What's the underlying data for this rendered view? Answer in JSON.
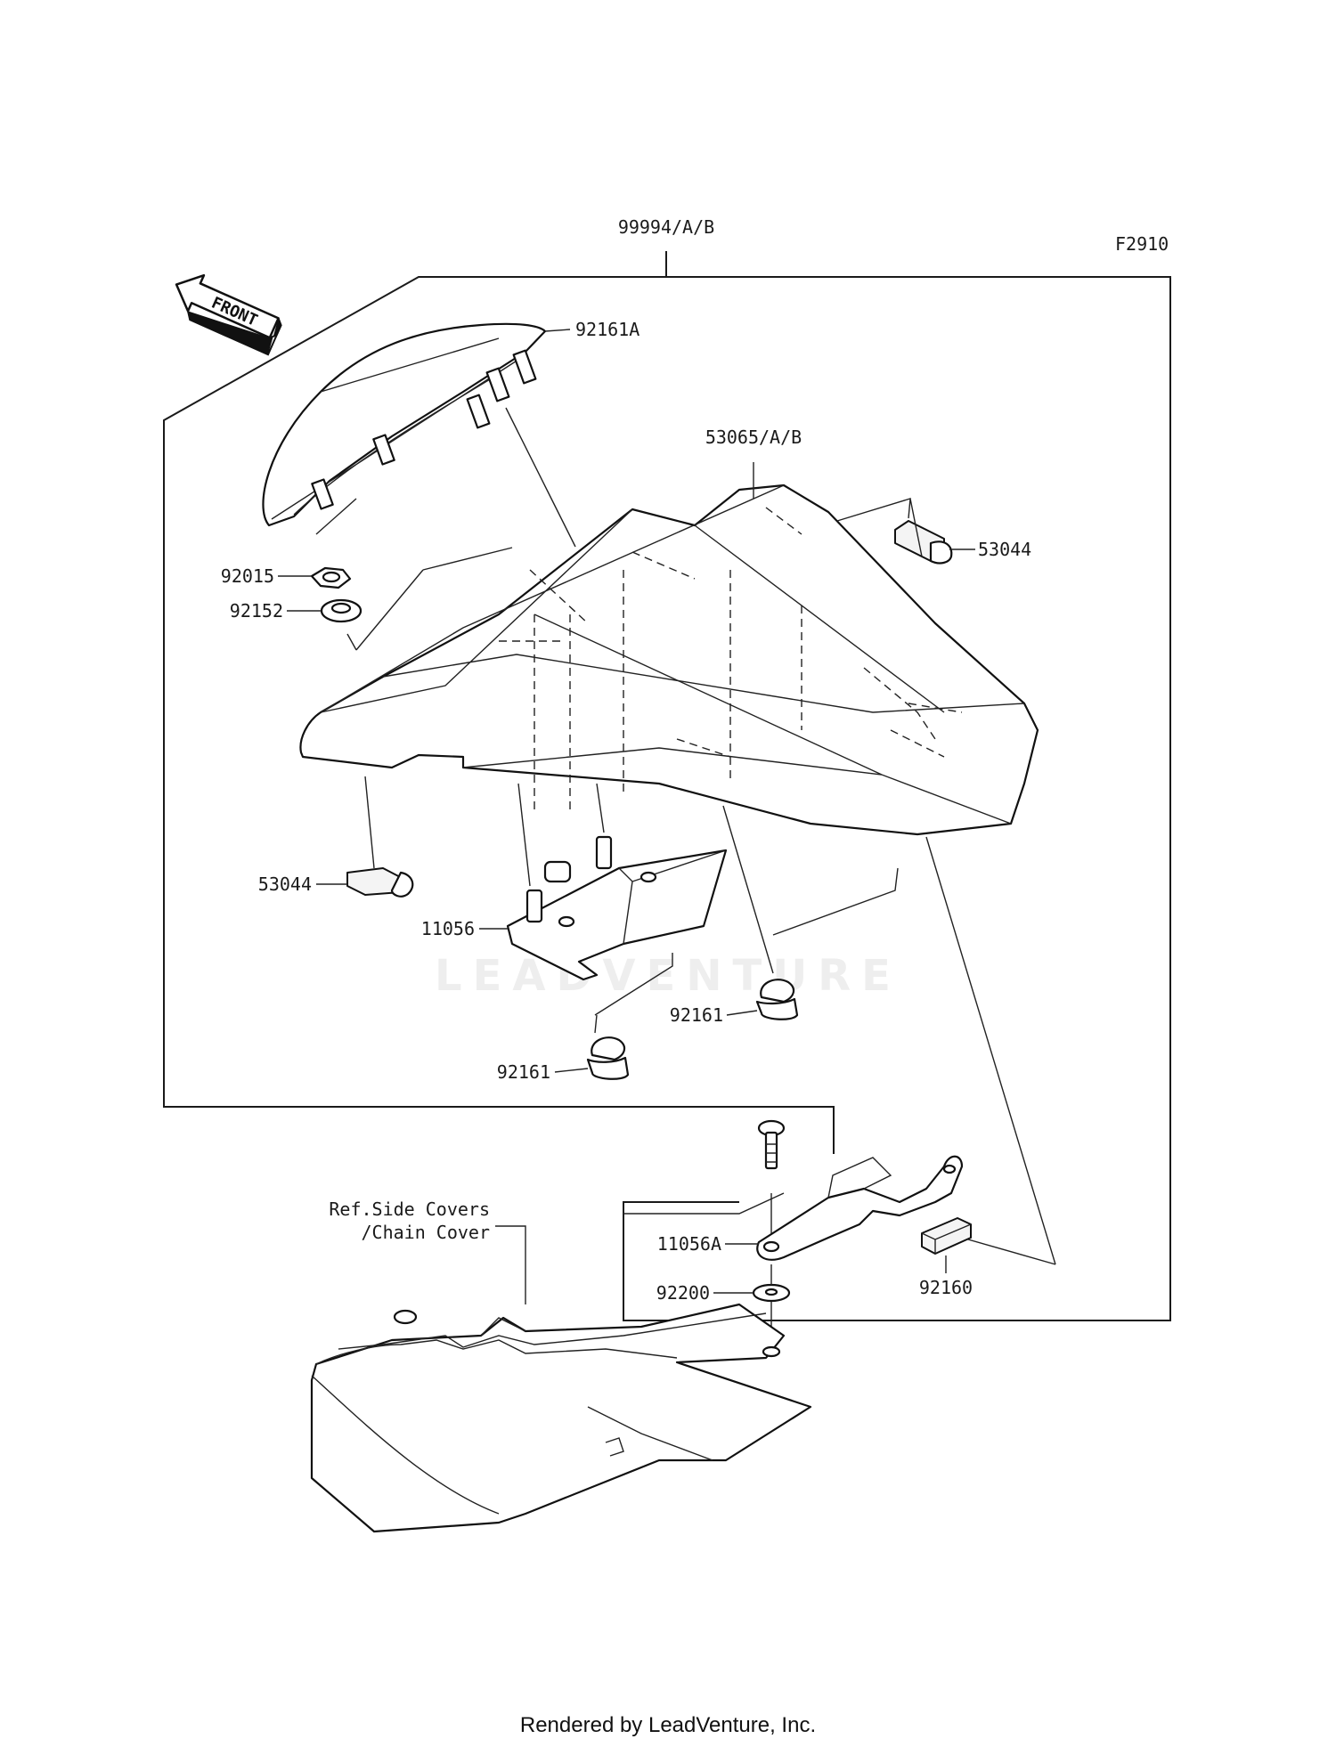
{
  "diagram": {
    "figure_code": "F2910",
    "assembly_label": "99994/A/B",
    "front_label": "FRONT",
    "watermark": "LEADVENTURE",
    "callouts": {
      "p92161A": "92161A",
      "p53065": "53065/A/B",
      "p53044_right": "53044",
      "p92015": "92015",
      "p92152": "92152",
      "p53044_left": "53044",
      "p11056": "11056",
      "p92161_right": "92161",
      "p92161_left": "92161",
      "p11056A": "11056A",
      "p92200": "92200",
      "p92160": "92160"
    },
    "reference_note": {
      "line1": "Ref.Side Covers",
      "line2": "/Chain Cover"
    }
  },
  "footer": {
    "text": "Rendered by LeadVenture, Inc."
  }
}
